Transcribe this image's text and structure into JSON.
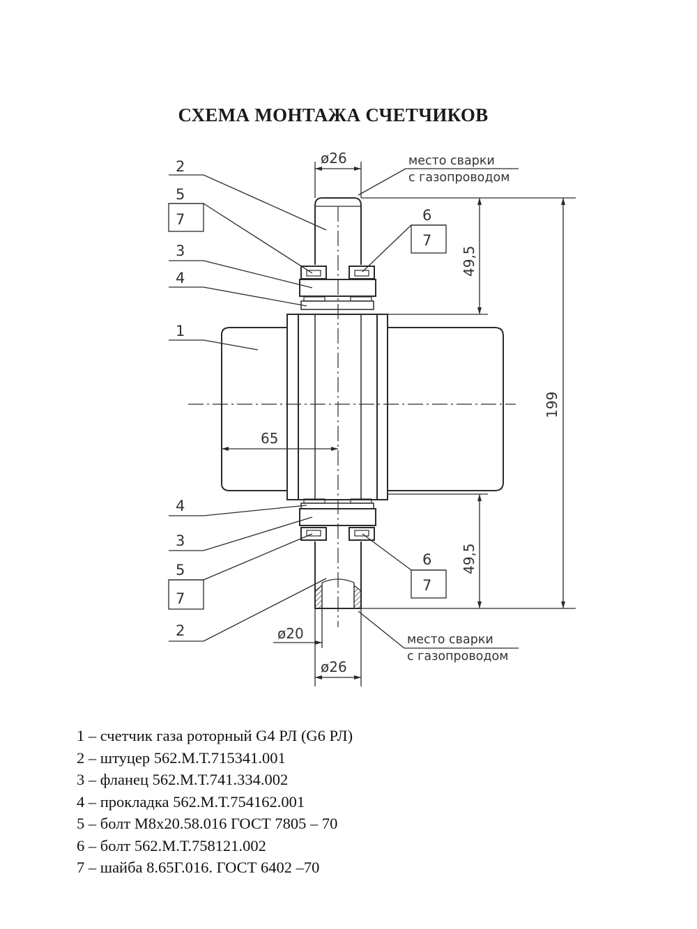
{
  "title": "СХЕМА МОНТАЖА СЧЕТЧИКОВ",
  "drawing": {
    "callouts_left_top": [
      "2",
      "5",
      "7",
      "3",
      "4",
      "1"
    ],
    "callouts_left_bottom": [
      "4",
      "3",
      "5",
      "7",
      "2"
    ],
    "callouts_right_top": [
      "6",
      "7"
    ],
    "callouts_right_bottom": [
      "6",
      "7"
    ],
    "dim_top_diameter": "ø26",
    "dim_bottom_inner_diameter": "ø20",
    "dim_bottom_diameter": "ø26",
    "dim_half_width": "65",
    "dim_top_height": "49,5",
    "dim_bottom_height": "49,5",
    "dim_total_height": "199",
    "weld_note_top": [
      "место сварки",
      "с газопроводом"
    ],
    "weld_note_bottom": [
      "место сварки",
      "с газопроводом"
    ]
  },
  "legend": [
    "1 – счетчик газа роторный G4 РЛ (G6 РЛ)",
    "2 – штуцер 562.М.Т.715341.001",
    "3 – фланец 562.М.Т.741.334.002",
    "4 – прокладка 562.М.Т.754162.001",
    "5 – болт М8х20.58.016 ГОСТ 7805 – 70",
    "6 – болт 562.М.Т.758121.002",
    "7 – шайба 8.65Г.016. ГОСТ 6402 –70"
  ]
}
